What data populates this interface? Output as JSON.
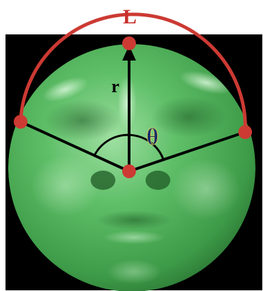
{
  "labels": {
    "arc": "L",
    "radius": "r",
    "angle": "θ"
  },
  "colors": {
    "background": "#000000",
    "face": "#4caf55",
    "arc_and_points": "#cc3a33",
    "lines": "#000000",
    "arc_label": "#c9302c"
  }
}
